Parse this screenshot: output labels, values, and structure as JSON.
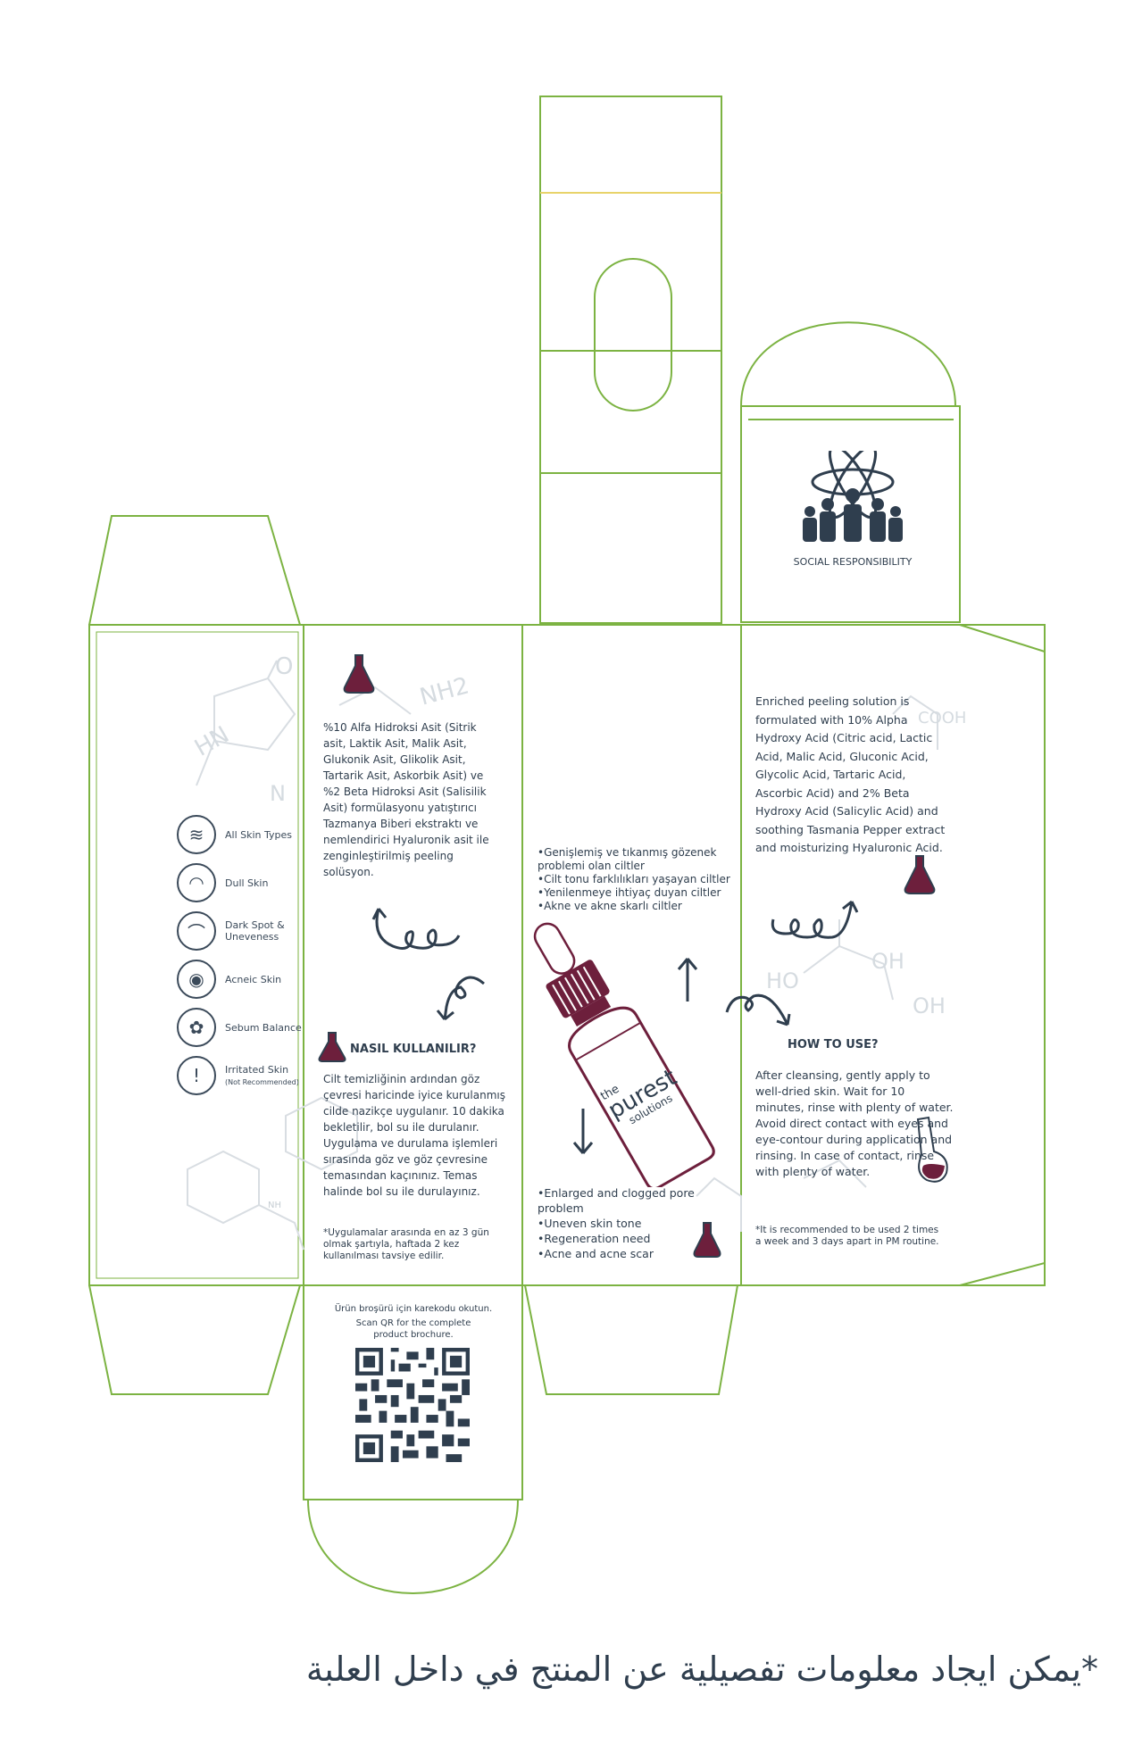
{
  "badge": {
    "label": "SOCIAL RESPONSIBILITY",
    "icon": "people-atom-icon"
  },
  "skin_types": [
    {
      "label": "All Skin Types",
      "icon": "all-skin-icon"
    },
    {
      "label": "Dull Skin",
      "icon": "dull-skin-icon"
    },
    {
      "label": "Dark Spot & Uneveness",
      "icon": "dark-spot-icon"
    },
    {
      "label": "Acneic Skin",
      "icon": "acne-icon"
    },
    {
      "label": "Sebum Balance",
      "icon": "sebum-icon"
    },
    {
      "label": "Irritated Skin",
      "note": "(Not Recommended)",
      "icon": "warning-icon"
    }
  ],
  "tr": {
    "description": "%10 Alfa Hidroksi Asit (Sitrik asit, Laktik Asit, Malik Asit, Glukonik Asit, Glikolik Asit, Tartarik Asit, Askorbik Asit) ve %2 Beta Hidroksi Asit (Salisilik Asit) formülasyonu yatıştırıcı Tazmanya Biberi ekstraktı ve nemlendirici Hyaluronik asit ile zenginleştirilmiş peeling solüsyon.",
    "howto_title": "NASIL KULLANILIR?",
    "howto_text": "Cilt temizliğinin ardından göz çevresi haricinde iyice kurulanmış cilde nazikçe uygulanır. 10 dakika bekletilir, bol su ile durulanır. Uygulama ve durulama işlemleri sırasında göz ve göz çevresine temasından kaçınınız. Temas halinde bol su ile durulayınız.",
    "note": "*Uygulamalar arasında en az 3 gün olmak şartıyla, haftada 2 kez kullanılması tavsiye edilir.",
    "concerns": [
      "Genişlemiş ve tıkanmış gözenek problemi olan ciltler",
      "Cilt tonu farklılıkları yaşayan ciltler",
      "Yenilenmeye ihtiyaç duyan ciltler",
      "Akne ve akne skarlı ciltler"
    ]
  },
  "en": {
    "description": "Enriched peeling solution is formulated with 10% Alpha Hydroxy Acid (Citric acid, Lactic Acid, Malic Acid, Gluconic Acid, Glycolic Acid, Tartaric Acid, Ascorbic Acid) and 2% Beta Hydroxy Acid (Salicylic Acid) and soothing Tasmania Pepper extract and moisturizing Hyaluronic Acid.",
    "howto_title": "HOW TO USE?",
    "howto_text": "After cleansing, gently apply to well-dried skin. Wait for 10 minutes, rinse with plenty of water. Avoid direct contact with eyes and eye-contour during application and rinsing. In case of contact, rinse with plenty of water.",
    "note": "*It is recommended to be used 2 times a week and 3 days apart in PM routine.",
    "concerns": [
      "Enlarged and clogged pore problem",
      "Uneven skin tone",
      "Regeneration need",
      "Acne and acne scar"
    ]
  },
  "bottle": {
    "brand_line1": "the",
    "brand_line2": "purest",
    "brand_line3": "solutions"
  },
  "qr": {
    "label_tr": "Ürün broşürü için karekodu okutun.",
    "label_en": "Scan QR for the complete product brochure."
  },
  "chem_labels": {
    "hn": "HN",
    "o": "O",
    "n": "N",
    "nh2": "NH2",
    "cooh": "COOH",
    "ho": "HO",
    "oh1": "OH",
    "oh2": "OH",
    "nh": "NH"
  },
  "footer_arabic": "*يمكن ايجاد معلومات تفصيلية عن المنتج في داخل العلبة",
  "colors": {
    "dieline": "#7cb342",
    "accent_dark": "#2f3e4e",
    "wine": "#6d1f3c",
    "gold_line": "#e8d36a"
  }
}
